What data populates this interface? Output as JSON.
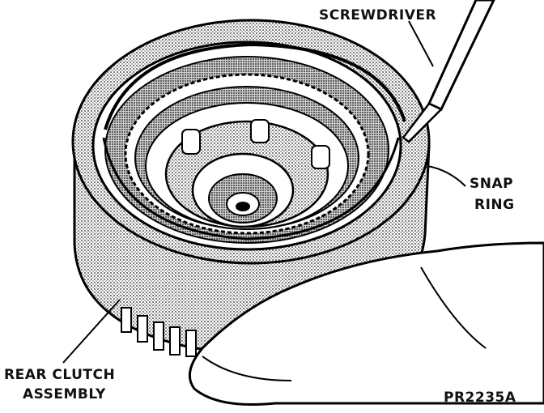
{
  "labels": {
    "screwdriver": "SCREWDRIVER",
    "snap_ring_line1": "SNAP",
    "snap_ring_line2": "RING",
    "rear_clutch_line1": "REAR CLUTCH",
    "rear_clutch_line2": "ASSEMBLY",
    "figure_id": "PR2235A"
  }
}
